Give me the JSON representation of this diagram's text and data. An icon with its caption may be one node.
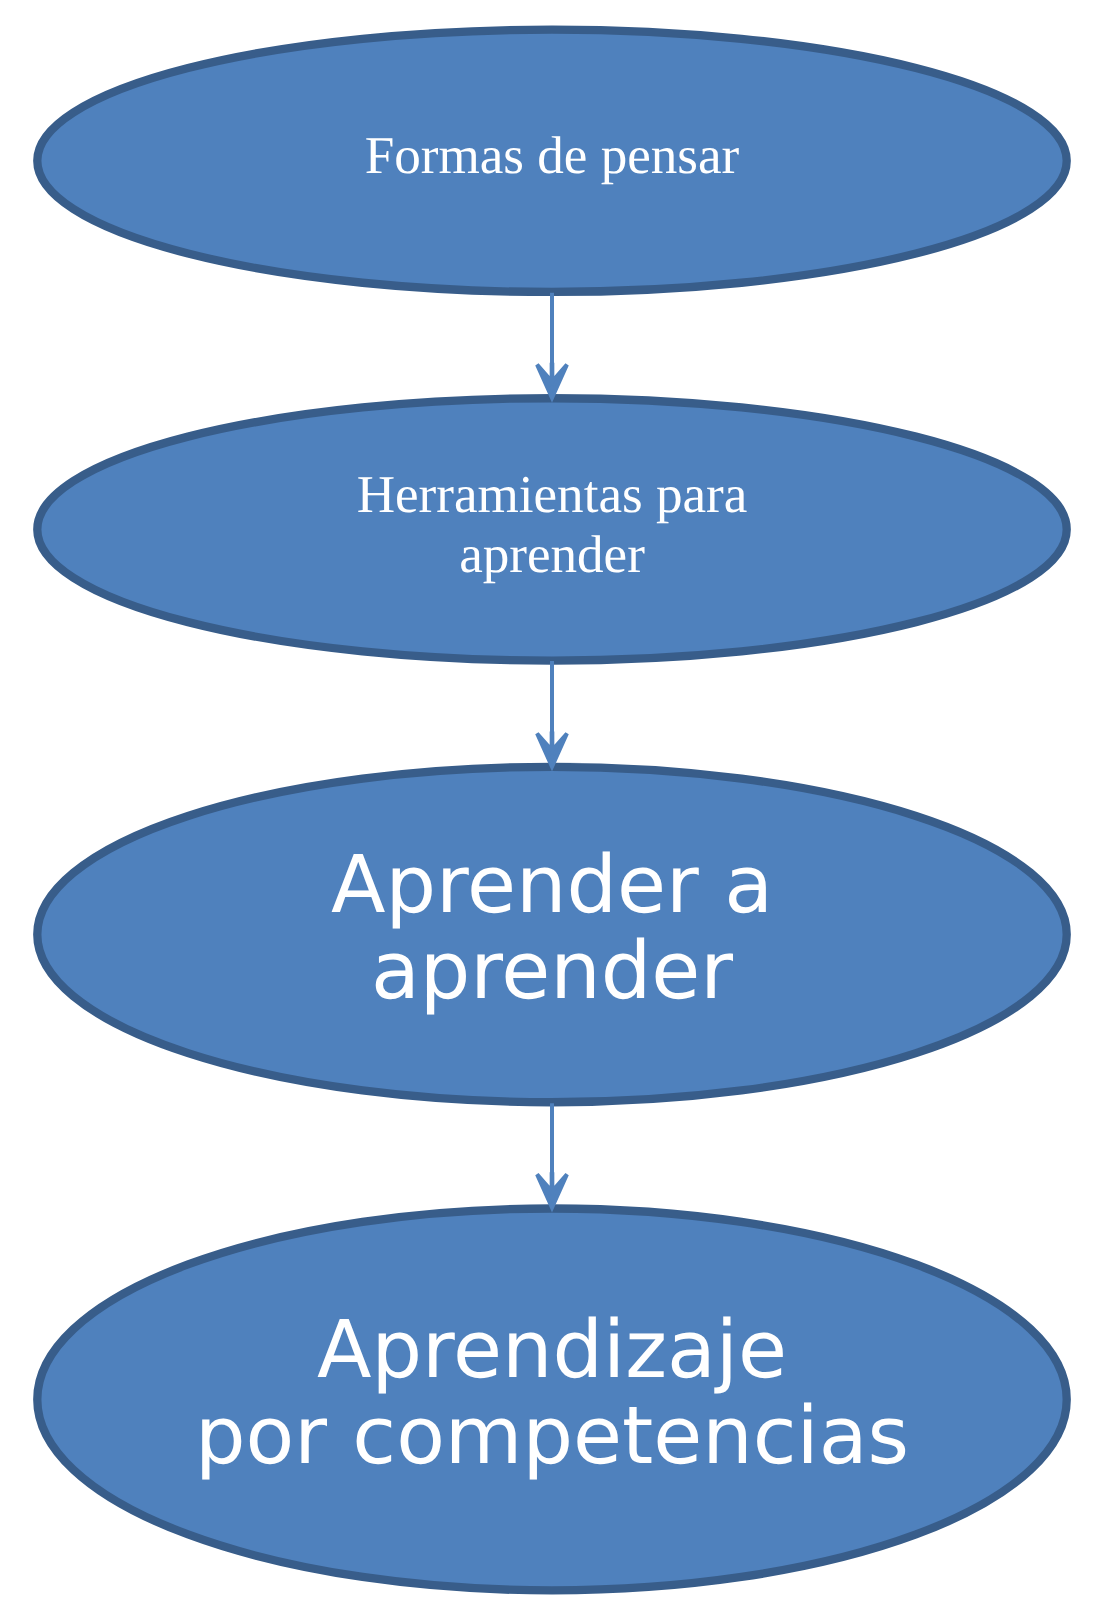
{
  "diagram": {
    "nodes": [
      {
        "text": [
          "Formas de pensar"
        ]
      },
      {
        "text": [
          "Herramientas para aprender"
        ]
      },
      {
        "text": [
          "Aprender a aprender"
        ]
      },
      {
        "text": [
          "Aprendizaje por competencias"
        ]
      }
    ],
    "edges": [
      {
        "from": 0,
        "to": 1,
        "arrow": "to"
      },
      {
        "from": 1,
        "to": 2,
        "arrow": "to"
      },
      {
        "from": 2,
        "to": 3,
        "arrow": "to"
      }
    ]
  }
}
